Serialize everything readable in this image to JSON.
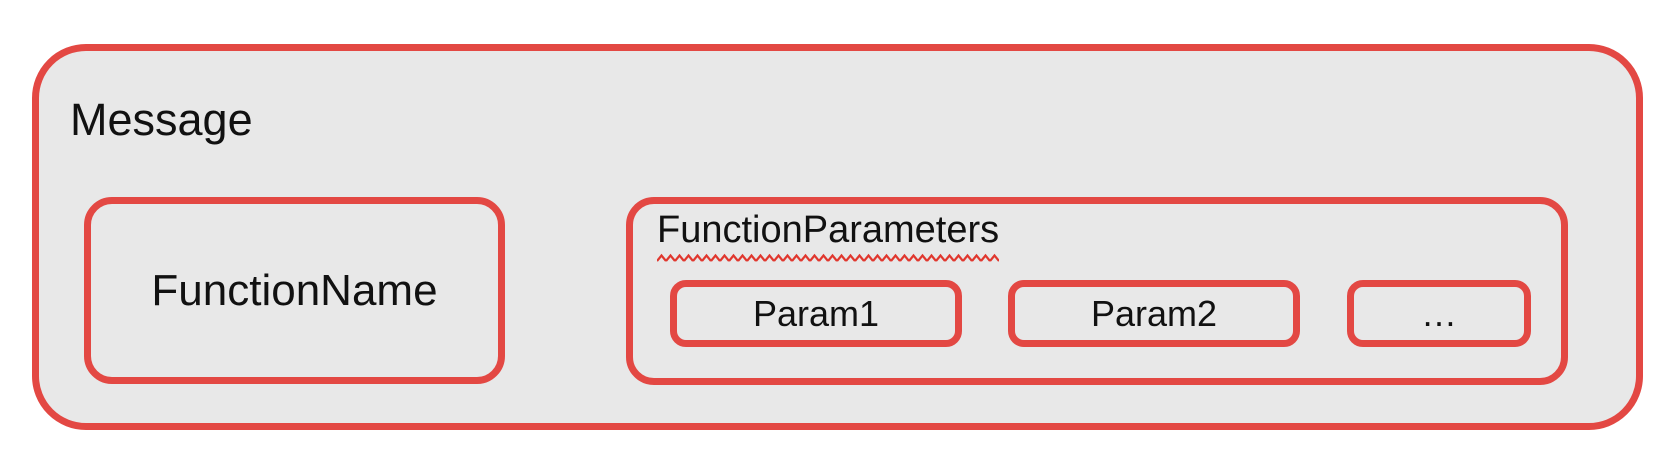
{
  "diagram": {
    "message_label": "Message",
    "function_name_label": "FunctionName",
    "function_parameters_label": "FunctionParameters",
    "params": [
      {
        "label": "Param1"
      },
      {
        "label": "Param2"
      },
      {
        "label": "…"
      }
    ]
  },
  "colors": {
    "border_red": "#e34843",
    "squiggle_red": "#e0372e",
    "box_fill": "#e8e8e8",
    "canvas_bg": "#ffffff",
    "text": "#111111"
  }
}
